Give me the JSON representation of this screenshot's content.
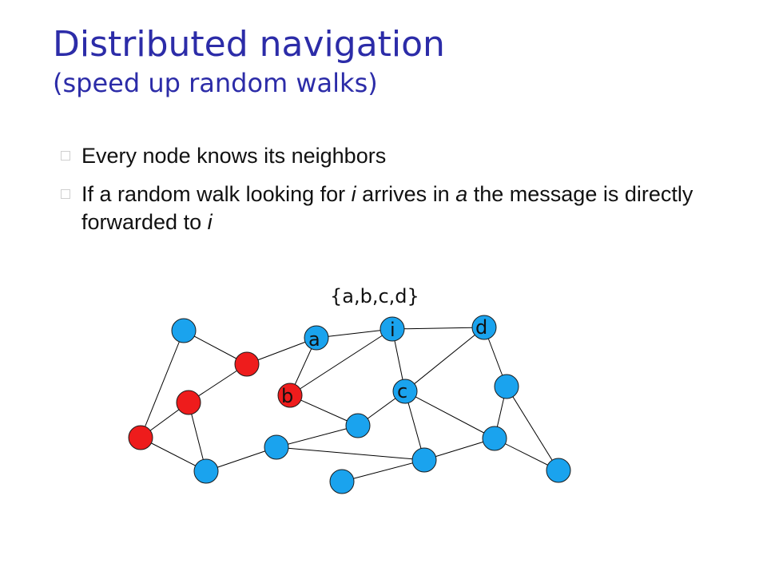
{
  "title": {
    "line1": "Distributed navigation",
    "line2": "(speed up random walks)"
  },
  "bullets": [
    {
      "segments": [
        {
          "text": "Every node knows its neighbors",
          "italic": false
        }
      ]
    },
    {
      "segments": [
        {
          "text": "If a random walk looking for ",
          "italic": false
        },
        {
          "text": "i",
          "italic": true
        },
        {
          "text": " arrives in ",
          "italic": false
        },
        {
          "text": "a",
          "italic": true
        },
        {
          "text": " the message is directly forwarded to ",
          "italic": false
        },
        {
          "text": "i",
          "italic": true
        }
      ]
    }
  ],
  "diagram": {
    "set_label": "{a,b,c,d}",
    "colors": {
      "visited": "#ee1c1c",
      "unvisited": "#1aa3ee",
      "edge": "#000000"
    },
    "nodes": [
      {
        "id": "n1",
        "label": "",
        "visited": false
      },
      {
        "id": "n2",
        "label": "",
        "visited": true
      },
      {
        "id": "n3",
        "label": "",
        "visited": true
      },
      {
        "id": "n4",
        "label": "",
        "visited": true
      },
      {
        "id": "b",
        "label": "b",
        "visited": true
      },
      {
        "id": "a",
        "label": "a",
        "visited": false
      },
      {
        "id": "i",
        "label": "i",
        "visited": false
      },
      {
        "id": "d",
        "label": "d",
        "visited": false
      },
      {
        "id": "c",
        "label": "c",
        "visited": false
      },
      {
        "id": "n10",
        "label": "",
        "visited": false
      },
      {
        "id": "n11",
        "label": "",
        "visited": false
      },
      {
        "id": "n12",
        "label": "",
        "visited": false
      },
      {
        "id": "n13",
        "label": "",
        "visited": false
      },
      {
        "id": "n14",
        "label": "",
        "visited": false
      },
      {
        "id": "n15",
        "label": "",
        "visited": false
      },
      {
        "id": "n16",
        "label": "",
        "visited": false
      },
      {
        "id": "n17",
        "label": "",
        "visited": false
      }
    ],
    "edges": [
      [
        "n1",
        "n2"
      ],
      [
        "n1",
        "n4"
      ],
      [
        "n2",
        "n3"
      ],
      [
        "n2",
        "a"
      ],
      [
        "n3",
        "n4"
      ],
      [
        "n3",
        "n12"
      ],
      [
        "n4",
        "n12"
      ],
      [
        "a",
        "b"
      ],
      [
        "a",
        "i"
      ],
      [
        "b",
        "i"
      ],
      [
        "b",
        "n10"
      ],
      [
        "i",
        "d"
      ],
      [
        "i",
        "c"
      ],
      [
        "d",
        "c"
      ],
      [
        "d",
        "n14"
      ],
      [
        "c",
        "n10"
      ],
      [
        "c",
        "n15"
      ],
      [
        "c",
        "n13"
      ],
      [
        "n10",
        "n11"
      ],
      [
        "n11",
        "n12"
      ],
      [
        "n11",
        "n15"
      ],
      [
        "n16",
        "n15"
      ],
      [
        "n15",
        "n13"
      ],
      [
        "n13",
        "n14"
      ],
      [
        "n14",
        "n17"
      ],
      [
        "n13",
        "n17"
      ]
    ]
  }
}
